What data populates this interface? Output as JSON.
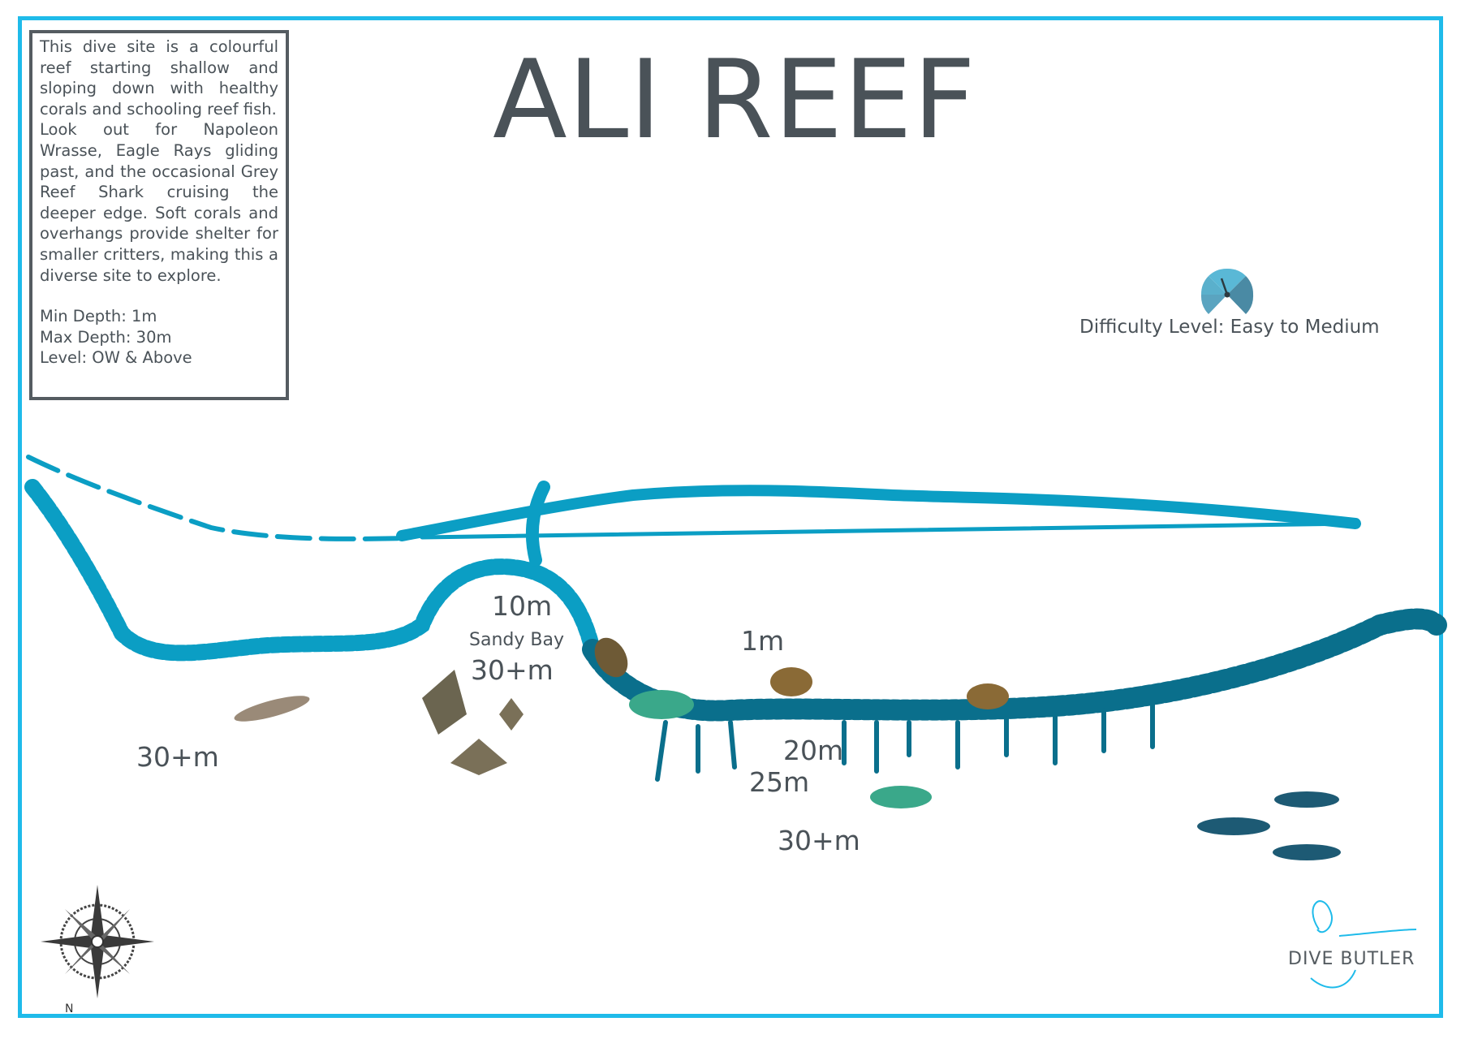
{
  "title": "ALI REEF",
  "info_box": {
    "description_1": "This dive site is a colourful reef starting shallow and sloping down with healthy corals and schooling reef fish.",
    "description_2": "Look out for Napoleon Wrasse, Eagle Rays gliding past, and the occasional Grey Reef Shark cruising the deeper edge. Soft corals and overhangs provide shelter for smaller critters, making this a diverse site to explore.",
    "min_depth": "Min Depth: 1m",
    "max_depth": "Max Depth: 30m",
    "level": "Level: OW & Above"
  },
  "difficulty": {
    "label": "Difficulty Level: Easy to Medium",
    "icon": "gauge-icon"
  },
  "depth_labels": {
    "d10m": "10m",
    "sandy_bay": "Sandy Bay",
    "sandy_bay_depth": "30+m",
    "d1m": "1m",
    "left_depth": "30+m",
    "d20m": "20m",
    "d25m": "25m",
    "bottom_depth": "30+m"
  },
  "logo": {
    "text": "DIVE BUTLER"
  },
  "compass": {
    "north": "N"
  },
  "colors": {
    "frame": "#1fbbea",
    "reef": "#0b9ec4",
    "reef_deep": "#0a6f8c",
    "text": "#4a5258"
  }
}
